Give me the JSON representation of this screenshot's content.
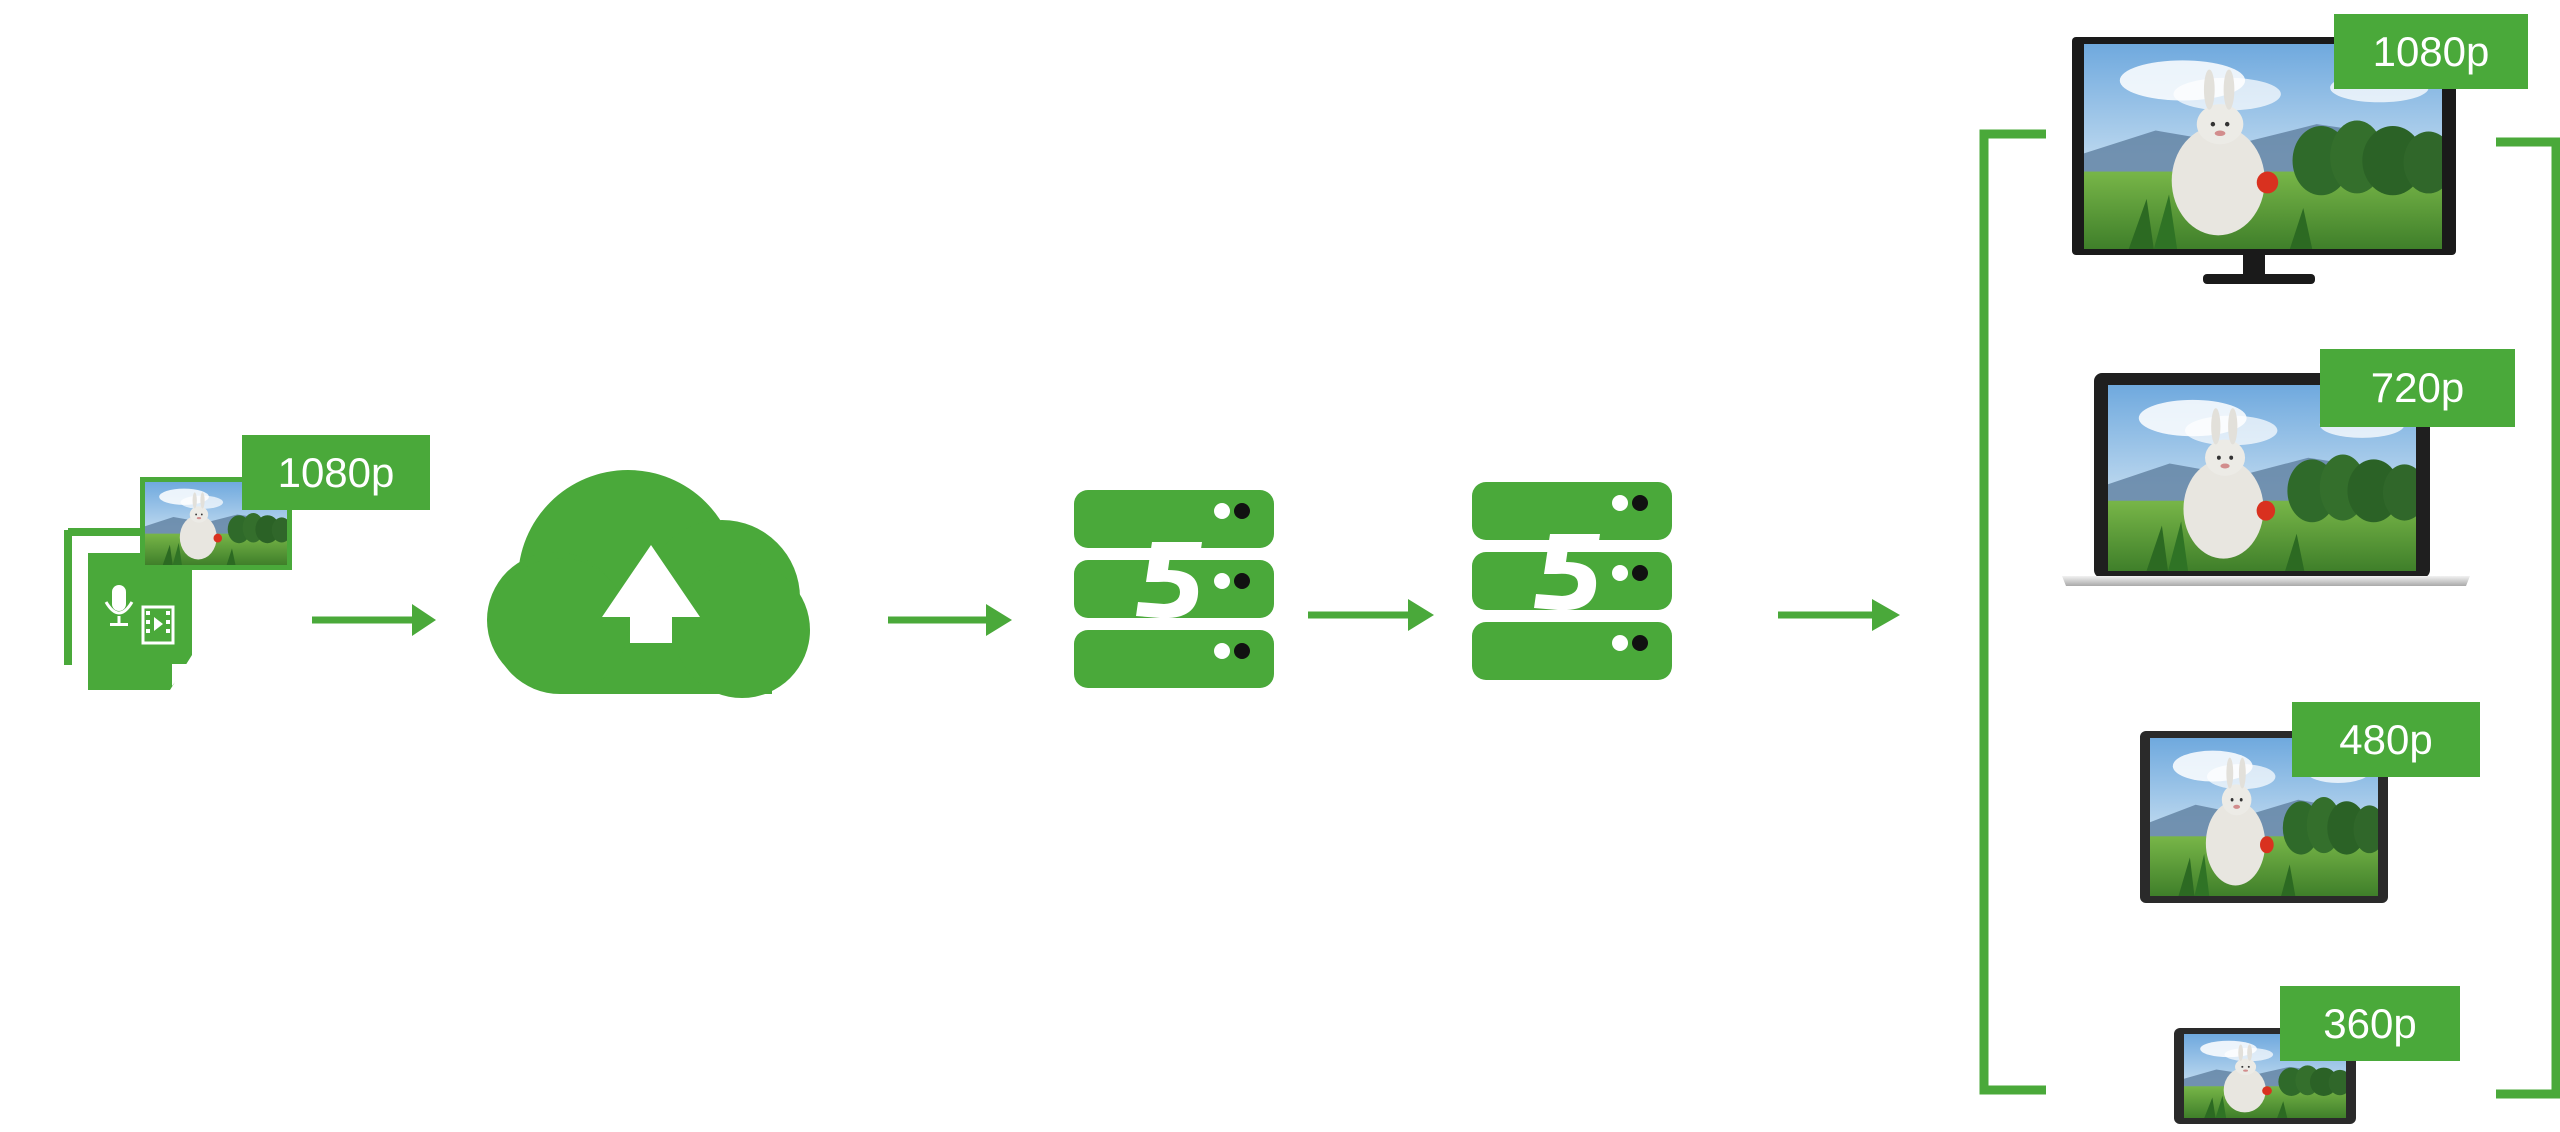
{
  "colors": {
    "accent": "#4aa93a",
    "white": "#ffffff",
    "dark": "#111111"
  },
  "source": {
    "resolution_label": "1080p",
    "icons": [
      "microphone-icon",
      "film-icon",
      "play-icon"
    ]
  },
  "pipeline": {
    "steps": [
      "source-media",
      "upload-cloud",
      "html5-server",
      "html5-server"
    ],
    "server_mark": "5"
  },
  "outputs": [
    {
      "device": "monitor",
      "resolution_label": "1080p"
    },
    {
      "device": "laptop",
      "resolution_label": "720p"
    },
    {
      "device": "tablet",
      "resolution_label": "480p"
    },
    {
      "device": "phone",
      "resolution_label": "360p"
    }
  ]
}
